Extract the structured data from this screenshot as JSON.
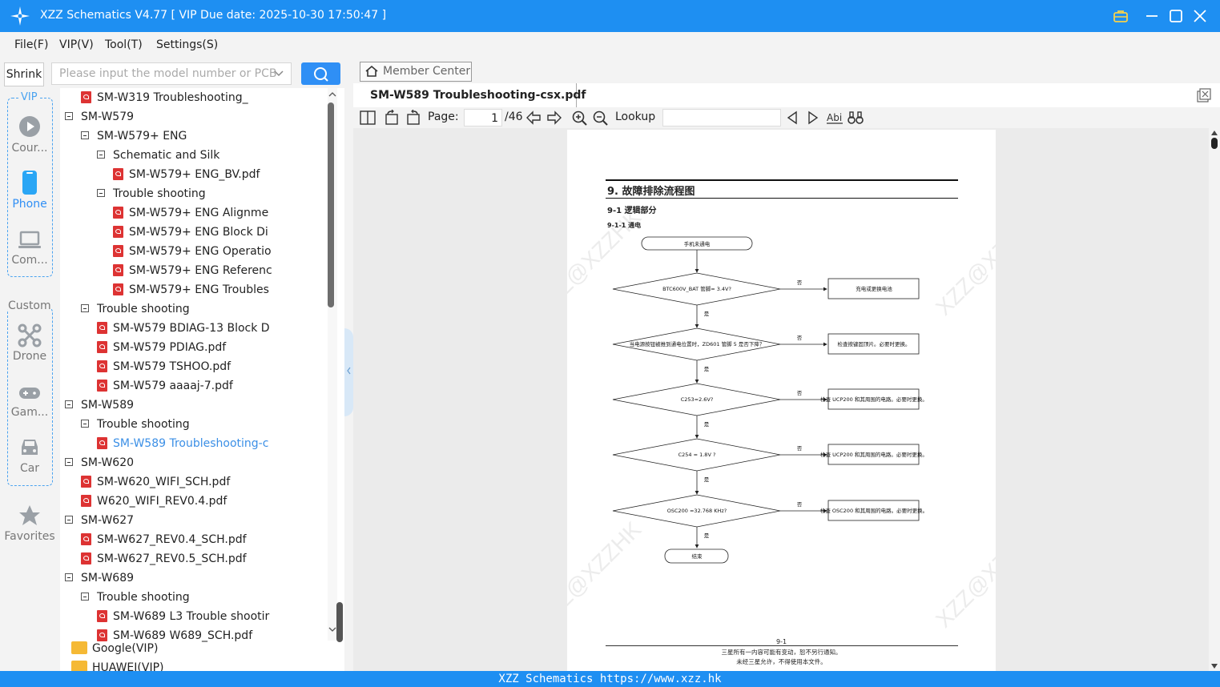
{
  "app": {
    "title": "XZZ Schematics V4.77 [ VIP Due date: 2025-10-30 17:50:47 ]",
    "accent": "#1e8ff2"
  },
  "menu": [
    "File(F)",
    "VIP(V)",
    "Tool(T)",
    "Settings(S)"
  ],
  "search": {
    "shrink_label": "Shrink",
    "placeholder": "Please input the model number or PCB"
  },
  "rail": {
    "vip_label": "VIP",
    "vip_items": [
      {
        "label": "Cour...",
        "icon": "play-icon"
      },
      {
        "label": "Phone",
        "icon": "phone-icon"
      },
      {
        "label": "Com...",
        "icon": "laptop-icon"
      }
    ],
    "custom_label": "Custom",
    "custom_items": [
      {
        "label": "Drone",
        "icon": "drone-icon"
      },
      {
        "label": "Gam...",
        "icon": "gamepad-icon"
      },
      {
        "label": "Car",
        "icon": "car-icon"
      }
    ],
    "favorites_label": "Favorites"
  },
  "tree": {
    "rows": [
      {
        "type": "pdf",
        "indent": 3,
        "label": "SM-W319 Troubleshooting_"
      },
      {
        "type": "node",
        "indent": 2,
        "label": "SM-W579"
      },
      {
        "type": "node",
        "indent": 3,
        "label": "SM-W579+ ENG"
      },
      {
        "type": "node",
        "indent": 4,
        "label": "Schematic and Silk"
      },
      {
        "type": "pdf",
        "indent": 5,
        "label": "SM-W579+ ENG_BV.pdf"
      },
      {
        "type": "node",
        "indent": 4,
        "label": "Trouble shooting"
      },
      {
        "type": "pdf",
        "indent": 5,
        "label": "SM-W579+ ENG Alignme"
      },
      {
        "type": "pdf",
        "indent": 5,
        "label": "SM-W579+ ENG Block Di"
      },
      {
        "type": "pdf",
        "indent": 5,
        "label": "SM-W579+ ENG Operatio"
      },
      {
        "type": "pdf",
        "indent": 5,
        "label": "SM-W579+ ENG Referenc"
      },
      {
        "type": "pdf",
        "indent": 5,
        "label": "SM-W579+ ENG Troubles"
      },
      {
        "type": "node",
        "indent": 3,
        "label": "Trouble shooting"
      },
      {
        "type": "pdf",
        "indent": 4,
        "label": "SM-W579 BDIAG-13 Block D"
      },
      {
        "type": "pdf",
        "indent": 4,
        "label": "SM-W579 PDIAG.pdf"
      },
      {
        "type": "pdf",
        "indent": 4,
        "label": "SM-W579 TSHOO.pdf"
      },
      {
        "type": "pdf",
        "indent": 4,
        "label": "SM-W579 aaaaj-7.pdf"
      },
      {
        "type": "node",
        "indent": 2,
        "label": "SM-W589"
      },
      {
        "type": "node",
        "indent": 3,
        "label": "Trouble shooting"
      },
      {
        "type": "pdf",
        "indent": 4,
        "label": "SM-W589 Troubleshooting-c",
        "selected": true
      },
      {
        "type": "node",
        "indent": 2,
        "label": "SM-W620"
      },
      {
        "type": "pdf",
        "indent": 3,
        "label": "SM-W620_WIFI_SCH.pdf"
      },
      {
        "type": "pdf",
        "indent": 3,
        "label": "W620_WIFI_REV0.4.pdf"
      },
      {
        "type": "node",
        "indent": 2,
        "label": "SM-W627"
      },
      {
        "type": "pdf",
        "indent": 3,
        "label": "SM-W627_REV0.4_SCH.pdf"
      },
      {
        "type": "pdf",
        "indent": 3,
        "label": "SM-W627_REV0.5_SCH.pdf"
      },
      {
        "type": "node",
        "indent": 2,
        "label": "SM-W689"
      },
      {
        "type": "node",
        "indent": 3,
        "label": "Trouble shooting"
      },
      {
        "type": "pdf",
        "indent": 4,
        "label": "SM-W689 L3 Trouble shootir"
      },
      {
        "type": "pdf",
        "indent": 4,
        "label": "SM-W689 W689_SCH.pdf"
      }
    ],
    "folders": [
      "Google(VIP)",
      "HUAWEI(VIP)"
    ]
  },
  "viewer": {
    "member_center": "Member Center",
    "tab_title": "SM-W589 Troubleshooting-csx.pdf",
    "page_label": "Page:",
    "page_current": "1",
    "page_total": "/46",
    "lookup_label": "Lookup"
  },
  "doc": {
    "heading": "9. 故障排除流程图",
    "sub1": "9-1  逻辑部分",
    "sub2": "9-1-1  通电",
    "start": "手机未通电",
    "end": "结束",
    "yes": "是",
    "no": "否",
    "steps": [
      {
        "q": "BTC600V_BAT 管脚= 3.4V?",
        "a": "充电或更换电池"
      },
      {
        "q": "当电源按钮被推到通电位置时，ZD601 管脚 5 是否下降？",
        "a": "检查按键固顶片。必要时更换。"
      },
      {
        "q": "C253=2.6V?",
        "a": "检查 UCP200 和其周围的电路。必要时更换。"
      },
      {
        "q": "C254 = 1.8V ?",
        "a": "检查 UCP200 和其周围的电路。必要时更换。"
      },
      {
        "q": "OSC200 =32.768 KHz?",
        "a": "检查 OSC200 和其周围的电路。必要时更换。"
      }
    ],
    "page_no": "9-1",
    "footer1": "三星所有一内容可能有变动，恕不另行通知。",
    "footer2": "未经三星允许，不得使用本文件。",
    "watermark": "XZZ@XZZHK"
  },
  "status": "XZZ Schematics https://www.xzz.hk"
}
